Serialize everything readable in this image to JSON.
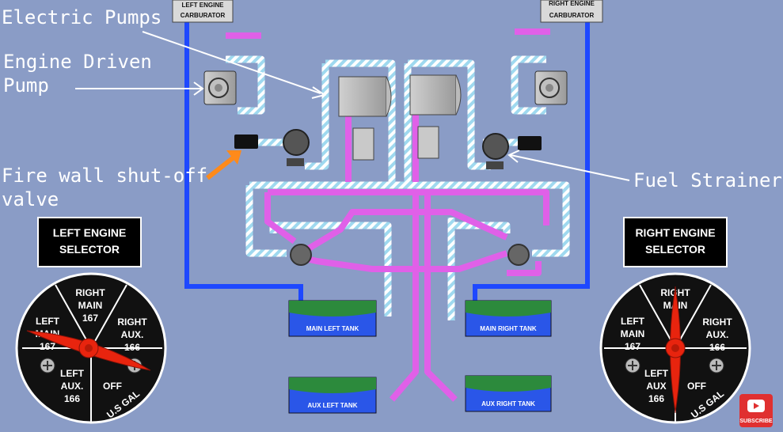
{
  "annotations": {
    "electric_pumps": "Electric Pumps",
    "engine_driven_pump_line1": "Engine Driven",
    "engine_driven_pump_line2": "Pump",
    "firewall_valve_line1": "Fire wall shut-off",
    "firewall_valve_line2": "valve",
    "fuel_strainer": "Fuel Strainer"
  },
  "carburetors": {
    "left_line1": "LEFT ENGINE",
    "left_line2": "CARBURATOR",
    "right_line1": "RIGHT ENGINE",
    "right_line2": "CARBURATOR"
  },
  "selectors": {
    "left_title_line1": "LEFT ENGINE",
    "left_title_line2": "SELECTOR",
    "right_title_line1": "RIGHT ENGINE",
    "right_title_line2": "SELECTOR",
    "left_dial": {
      "right_main": [
        "RIGHT",
        "MAIN",
        "167"
      ],
      "left_main": [
        "LEFT",
        "MAIN",
        "167"
      ],
      "right_aux": [
        "RIGHT",
        "AUX.",
        "166"
      ],
      "left_aux": [
        "LEFT",
        "AUX.",
        "166"
      ],
      "off": "OFF",
      "usgal": "U.S GAL"
    },
    "right_dial": {
      "right_main": [
        "RIGHT",
        "MAIN"
      ],
      "left_main": [
        "LEFT",
        "MAIN",
        "167"
      ],
      "right_aux": [
        "RIGHT",
        "AUX.",
        "166"
      ],
      "left_aux": [
        "LEFT",
        "AUX",
        "166"
      ],
      "off": "OFF",
      "usgal": "U.S GAL"
    }
  },
  "tanks": {
    "main_left": "MAIN LEFT TANK",
    "main_right": "MAIN RIGHT TANK",
    "aux_left": "AUX LEFT TANK",
    "aux_right": "AUX RIGHT TANK"
  },
  "subscribe": {
    "label": "SUBSCRIBE"
  },
  "colors": {
    "background": "#8a9cc6",
    "fuel_line": "#e060e8",
    "pressure_line": "#2a55ff",
    "vapor_line": "#9fd9ef",
    "tank_fuel": "#2a56e8",
    "tank_top": "#2c8a3c",
    "annotation_arrow": "#ff8a1a",
    "subscribe_red": "#e03030"
  }
}
